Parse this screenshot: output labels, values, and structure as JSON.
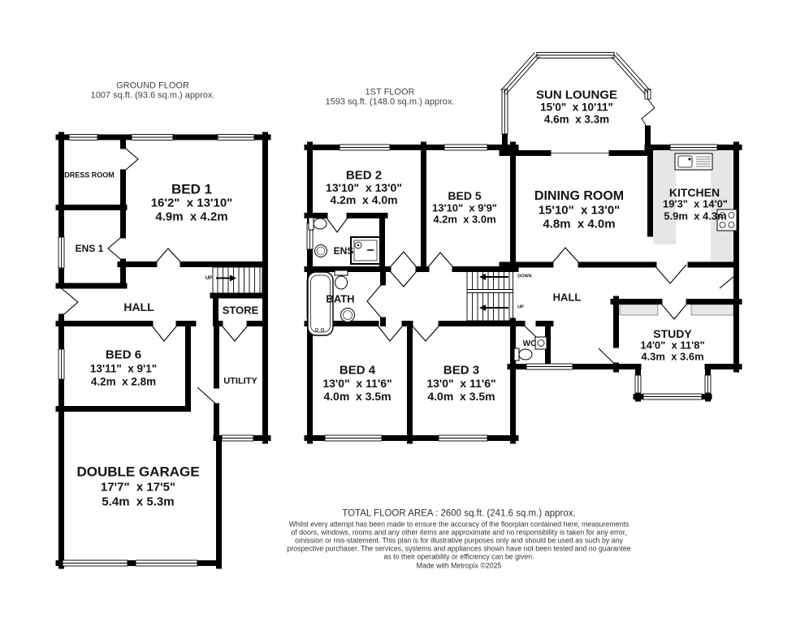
{
  "ground": {
    "title": "GROUND FLOOR",
    "subtitle": "1007 sq.ft. (93.6 sq.m.) approx.",
    "stairs_up": "UP",
    "rooms": {
      "dress_room": {
        "name": "DRESS ROOM"
      },
      "bed1": {
        "name": "BED 1",
        "imperial": "16'2\"  x 13'10\"",
        "metric": "4.9m  x 4.2m"
      },
      "ens1": {
        "name": "ENS 1"
      },
      "hall": {
        "name": "HALL"
      },
      "store": {
        "name": "STORE"
      },
      "bed6": {
        "name": "BED 6",
        "imperial": "13'11\"  x 9'1\"",
        "metric": "4.2m  x 2.8m"
      },
      "utility": {
        "name": "UTILITY"
      },
      "garage": {
        "name": "DOUBLE GARAGE",
        "imperial": "17'7\"  x 17'5\"",
        "metric": "5.4m  x 5.3m"
      }
    }
  },
  "first": {
    "title": "1ST FLOOR",
    "subtitle": "1593 sq.ft. (148.0 sq.m.) approx.",
    "stairs_down": "DOWN",
    "stairs_up": "UP",
    "rooms": {
      "sun_lounge": {
        "name": "SUN LOUNGE",
        "imperial": "15'0\"  x 10'11\"",
        "metric": "4.6m  x 3.3m"
      },
      "bed2": {
        "name": "BED 2",
        "imperial": "13'10\"  x 13'0\"",
        "metric": "4.2m  x 4.0m"
      },
      "bed5": {
        "name": "BED 5",
        "imperial": "13'10\"  x 9'9\"",
        "metric": "4.2m  x 3.0m"
      },
      "dining": {
        "name": "DINING ROOM",
        "imperial": "15'10\"  x 13'0\"",
        "metric": "4.8m  x 4.0m"
      },
      "kitchen": {
        "name": "KITCHEN",
        "imperial": "19'3\"  x 14'0\"",
        "metric": "5.9m  x 4.3m"
      },
      "ens": {
        "name": "ENS"
      },
      "bath": {
        "name": "BATH"
      },
      "hall": {
        "name": "HALL"
      },
      "wc": {
        "name": "WC"
      },
      "study": {
        "name": "STUDY",
        "imperial": "14'0\"  x 11'8\"",
        "metric": "4.3m  x 3.6m"
      },
      "bed4": {
        "name": "BED 4",
        "imperial": "13'0\"  x 11'6\"",
        "metric": "4.0m  x 3.5m"
      },
      "bed3": {
        "name": "BED 3",
        "imperial": "13'0\"  x 11'6\"",
        "metric": "4.0m  x 3.5m"
      }
    }
  },
  "footer": {
    "total_area": "TOTAL FLOOR AREA : 2600 sq.ft. (241.6 sq.m.) approx.",
    "disclaimer": [
      "Whilst every attempt has been made to ensure the accuracy of the floorplan contained here, measurements",
      "of doors, windows, rooms and any other items are approximate and no responsibility is taken for any error,",
      "omission or mis-statement. This plan is for illustrative purposes only and should be used as such by any",
      "prospective purchaser. The services, systems and appliances shown have not been tested and no guarantee",
      "as to their operability or efficiency can be given."
    ],
    "credit": "Made with Metropix ©2025"
  },
  "colors": {
    "wall": "#000000",
    "counter": "#e6e6e6",
    "background": "#ffffff"
  }
}
